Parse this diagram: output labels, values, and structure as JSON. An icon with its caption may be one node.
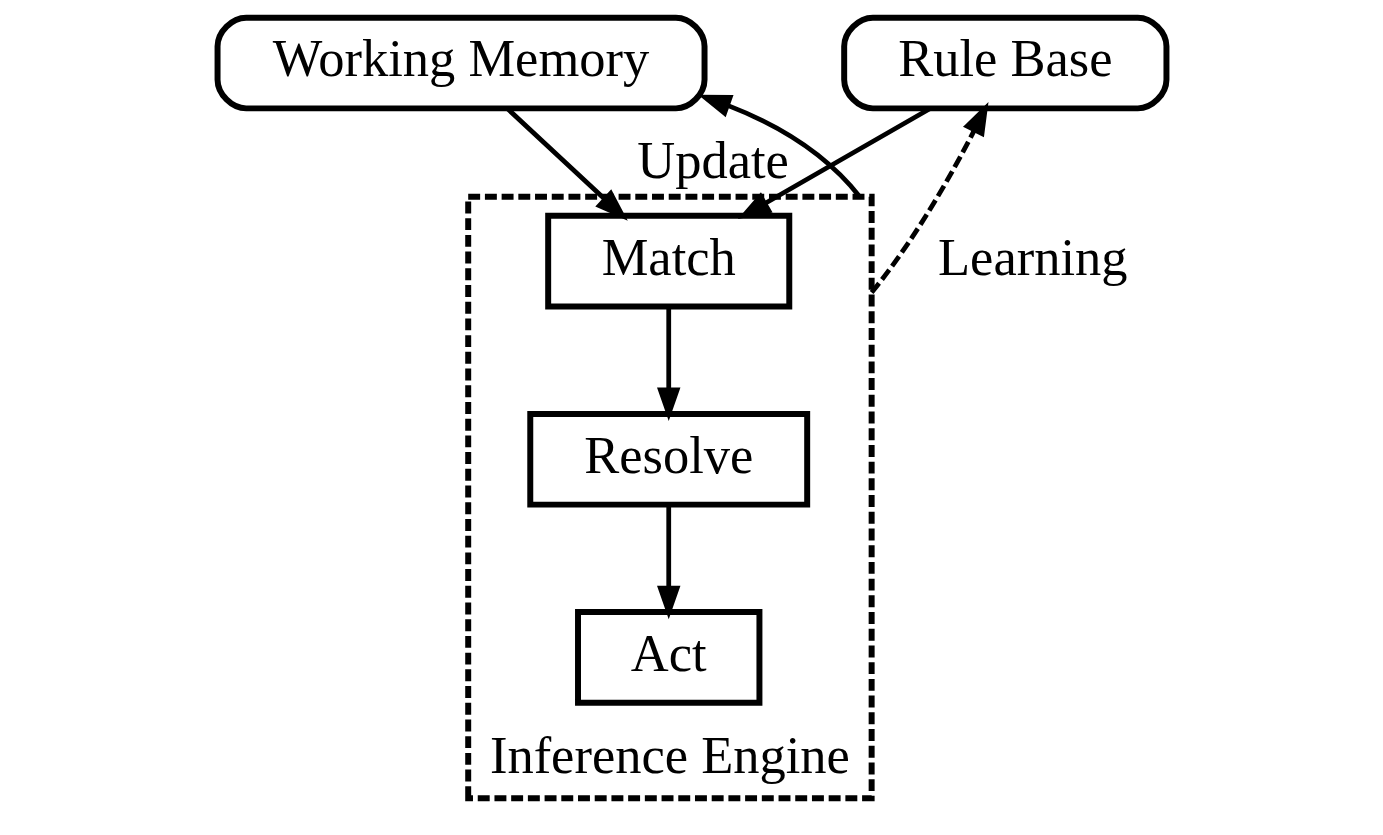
{
  "diagram": {
    "nodes": [
      {
        "text": [
          "Working Memory"
        ]
      },
      {
        "text": [
          "Rule Base"
        ]
      },
      {
        "text": [
          "Inference Engine"
        ]
      },
      {
        "text": [
          "Match"
        ],
        "in": 2
      },
      {
        "text": [
          "Resolve"
        ],
        "in": 2
      },
      {
        "text": [
          "Act"
        ],
        "in": 2
      }
    ],
    "edges": [
      {
        "from": 0,
        "to": 3,
        "arrow": "to"
      },
      {
        "from": 1,
        "to": 3,
        "arrow": "to"
      },
      {
        "from": 3,
        "to": 4,
        "arrow": "to"
      },
      {
        "from": 4,
        "to": 5,
        "arrow": "to"
      },
      {
        "from": 2,
        "to": 1,
        "arrow": "to",
        "style": "dashed",
        "label": "Learning"
      },
      {
        "from": 2,
        "to": 0,
        "arrow": "to",
        "label": "Update"
      }
    ]
  }
}
